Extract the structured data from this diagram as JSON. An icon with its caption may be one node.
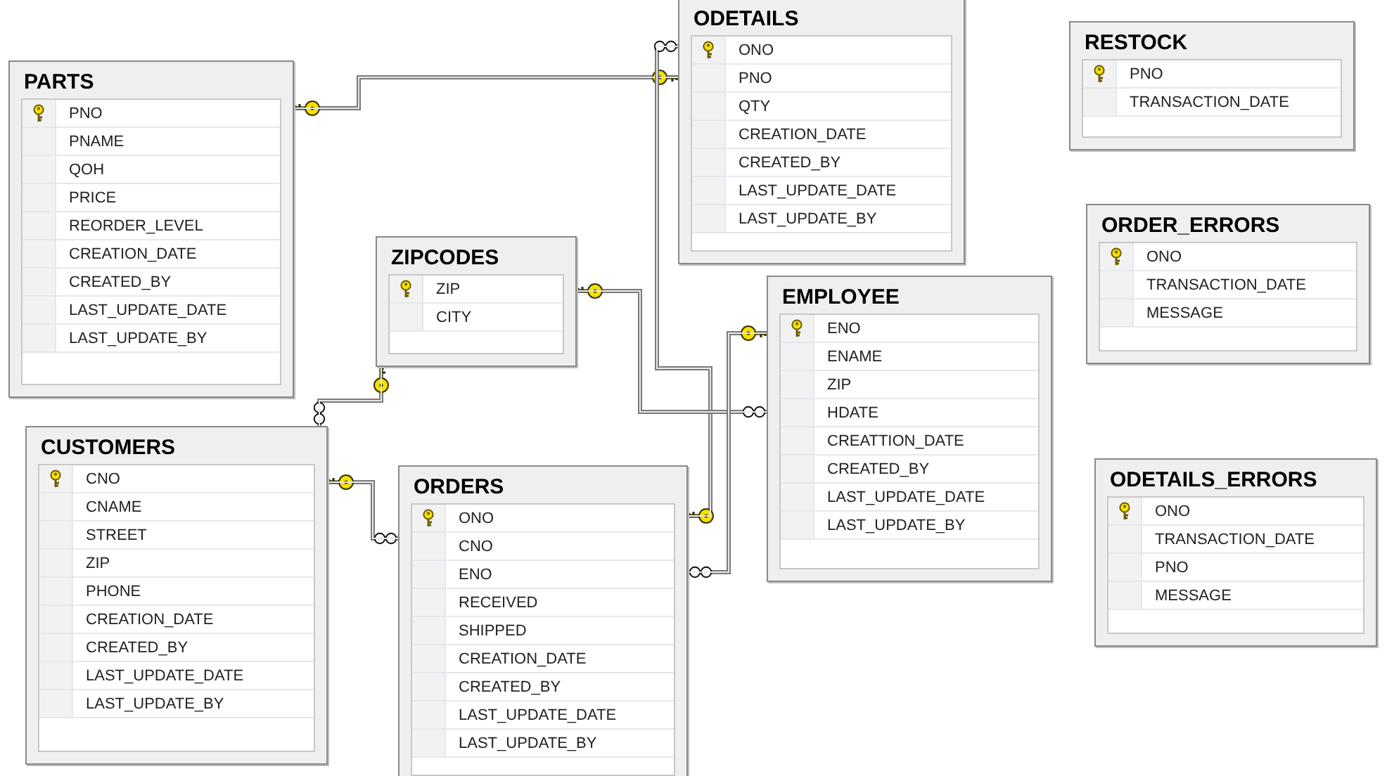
{
  "diagram": {
    "nodes": [
      {
        "text": [
          "PARTS",
          "PNO",
          "PNAME",
          "QOH",
          "PRICE",
          "REORDER_LEVEL",
          "CREATION_DATE",
          "CREATED_BY",
          "LAST_UPDATE_DATE",
          "LAST_UPDATE_BY"
        ]
      },
      {
        "text": [
          "ODETAILS",
          "ONO",
          "PNO",
          "QTY",
          "CREATION_DATE",
          "CREATED_BY",
          "LAST_UPDATE_DATE",
          "LAST_UPDATE_BY"
        ]
      },
      {
        "text": [
          "RESTOCK",
          "PNO",
          "TRANSACTION_DATE"
        ]
      },
      {
        "text": [
          "ZIPCODES",
          "ZIP",
          "CITY"
        ]
      },
      {
        "text": [
          "ORDER_ERRORS",
          "ONO",
          "TRANSACTION_DATE",
          "MESSAGE"
        ]
      },
      {
        "text": [
          "EMPLOYEE",
          "ENO",
          "ENAME",
          "ZIP",
          "HDATE",
          "CREATTION_DATE",
          "CREATED_BY",
          "LAST_UPDATE_DATE",
          "LAST_UPDATE_BY"
        ]
      },
      {
        "text": [
          "CUSTOMERS",
          "CNO",
          "CNAME",
          "STREET",
          "ZIP",
          "PHONE",
          "CREATION_DATE",
          "CREATED_BY",
          "LAST_UPDATE_DATE",
          "LAST_UPDATE_BY"
        ]
      },
      {
        "text": [
          "ORDERS",
          "ONO",
          "CNO",
          "ENO",
          "RECEIVED",
          "SHIPPED",
          "CREATION_DATE",
          "CREATED_BY",
          "LAST_UPDATE_DATE",
          "LAST_UPDATE_BY"
        ]
      },
      {
        "text": [
          "ODETAILS_ERRORS",
          "ONO",
          "TRANSACTION_DATE",
          "PNO",
          "MESSAGE"
        ]
      }
    ],
    "edges": [
      {
        "from": 0,
        "to": 1,
        "arrow": "other"
      },
      {
        "from": 7,
        "to": 1,
        "arrow": "other"
      },
      {
        "from": 3,
        "to": 5,
        "arrow": "other"
      },
      {
        "from": 3,
        "to": 6,
        "arrow": "other"
      },
      {
        "from": 6,
        "to": 7,
        "arrow": "other"
      },
      {
        "from": 5,
        "to": 7,
        "arrow": "other"
      }
    ]
  }
}
